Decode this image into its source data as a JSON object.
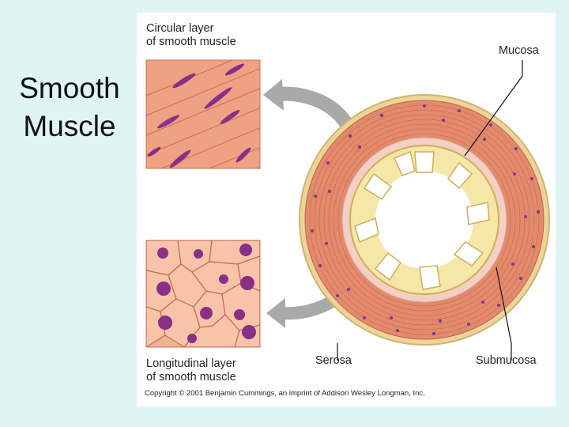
{
  "slide": {
    "title_line1": "Smooth",
    "title_line2": "Muscle"
  },
  "figure": {
    "labels": {
      "circular_line1": "Circular layer",
      "circular_line2": "of smooth muscle",
      "longitudinal_line1": "Longitudinal layer",
      "longitudinal_line2": "of smooth muscle",
      "mucosa": "Mucosa",
      "serosa": "Serosa",
      "submucosa": "Submucosa"
    },
    "copyright": "Copyright © 2001 Benjamin Cummings, an imprint of Addison Wesley Longman, Inc."
  },
  "colors": {
    "background": "#dff5f3",
    "muscle": "#e38a6c",
    "nucleus": "#8a2f86",
    "serosa": "#ecd49a",
    "mucosa": "#f5e7a8",
    "submucosa": "#f3cfc4",
    "arrow": "#a9a9a9"
  }
}
